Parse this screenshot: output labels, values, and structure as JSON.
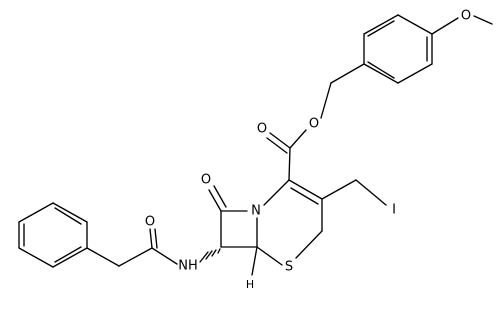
{
  "diagram": {
    "type": "chemical-structure",
    "atom_labels": {
      "ester_o_methoxy": "O",
      "carbonyl_o_ester": "O",
      "ester_o_link": "O",
      "lactam_o": "O",
      "ring_n": "N",
      "iodine": "I",
      "amide_o": "O",
      "amide_nh": "NH",
      "sulfur": "S",
      "stereo_h": "H"
    }
  }
}
